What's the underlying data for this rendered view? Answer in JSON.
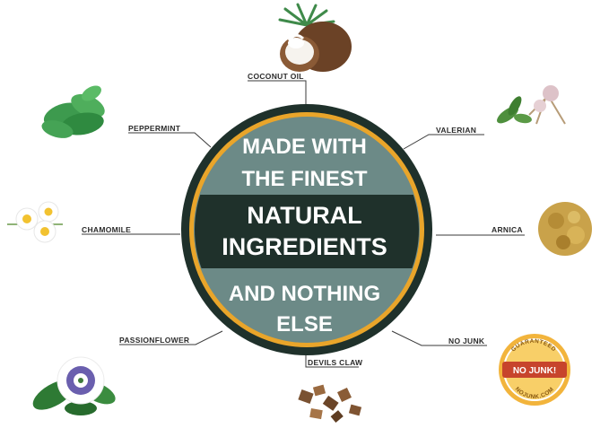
{
  "center": {
    "top_line1": "MADE WITH",
    "top_line2": "THE FINEST",
    "mid_line1": "NATURAL",
    "mid_line2": "INGREDIENTS",
    "bottom_line1": "AND NOTHING",
    "bottom_line2": "ELSE"
  },
  "ingredients": {
    "coconut_oil": "COCONUT OIL",
    "peppermint": "PEPPERMINT",
    "valerian": "VALERIAN",
    "chamomile": "CHAMOMILE",
    "arnica": "ARNICA",
    "passionflower": "PASSIONFLOWER",
    "devils_claw": "DEVILS CLAW",
    "no_junk": "NO JUNK"
  },
  "badge": {
    "main_text": "NO JUNK!",
    "top_arc": "GUARANTEED",
    "bottom_arc": "NOJUNK.COM"
  },
  "colors": {
    "dark_green": "#1f312b",
    "slate": "#6c8a87",
    "gold": "#e9a52a",
    "line": "#3a3a3a",
    "badge_gold": "#f2b43c",
    "badge_red": "#c7442c"
  }
}
